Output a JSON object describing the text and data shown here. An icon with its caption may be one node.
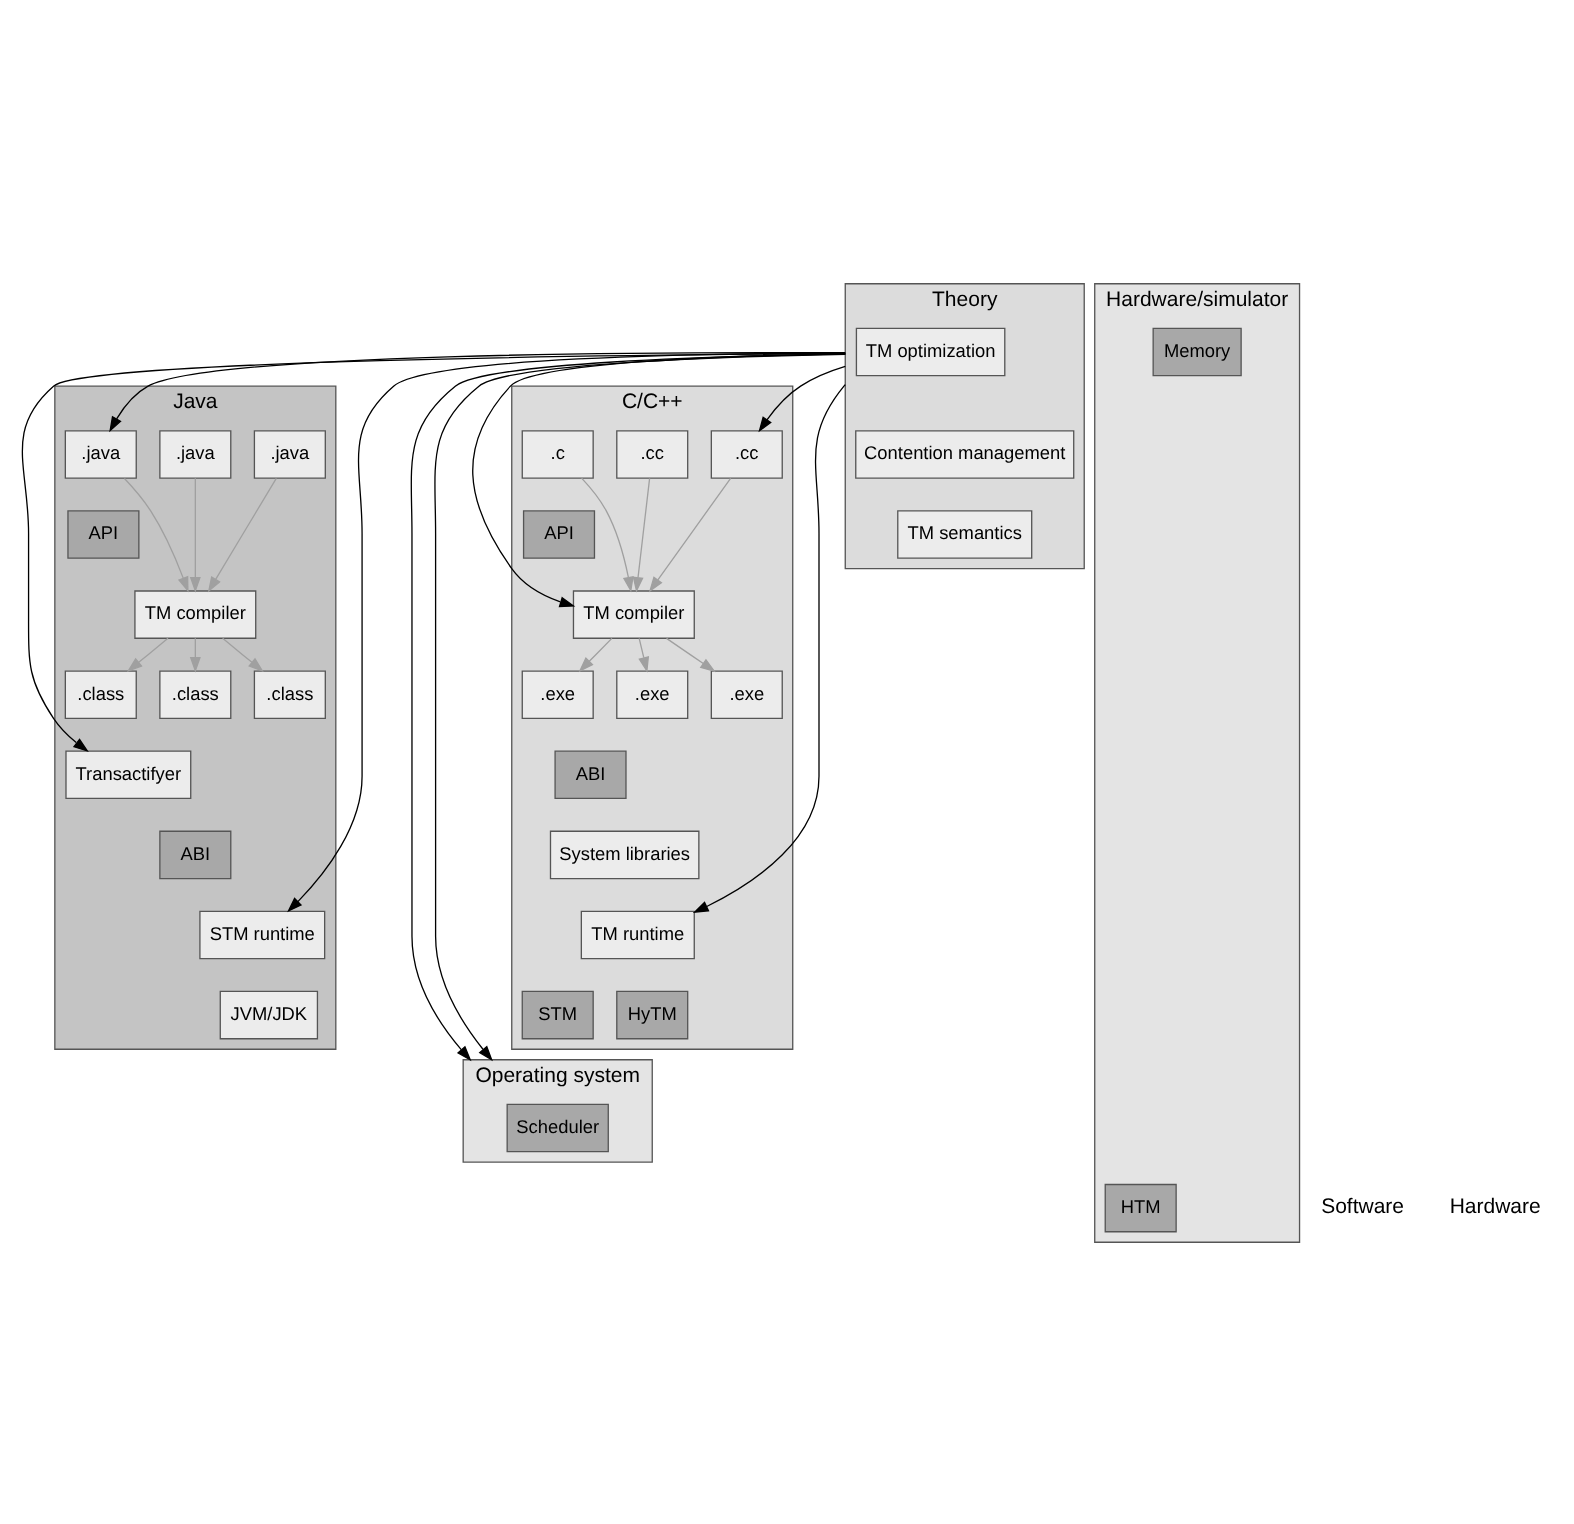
{
  "diagram": {
    "nodes": [
      {
        "text": [
          "Theory"
        ]
      },
      {
        "text": [
          "TM optimization"
        ],
        "in": 0
      },
      {
        "text": [
          "Contention management"
        ],
        "in": 0
      },
      {
        "text": [
          "TM semantics"
        ],
        "in": 0
      },
      {
        "text": [
          "C/C++"
        ]
      },
      {
        "text": [
          ".c"
        ],
        "in": 4
      },
      {
        "text": [
          ".cc"
        ],
        "in": 4
      },
      {
        "text": [
          ".cc"
        ],
        "in": 4
      },
      {
        "text": [
          "API"
        ],
        "in": 4
      },
      {
        "text": [
          "TM compiler"
        ],
        "in": 4
      },
      {
        "text": [
          ".exe"
        ],
        "in": 4
      },
      {
        "text": [
          ".exe"
        ],
        "in": 4
      },
      {
        "text": [
          ".exe"
        ],
        "in": 4
      },
      {
        "text": [
          "ABI"
        ],
        "in": 4
      },
      {
        "text": [
          "System libraries"
        ],
        "in": 4
      },
      {
        "text": [
          "TM runtime"
        ],
        "in": 4
      },
      {
        "text": [
          "STM"
        ],
        "in": 4
      },
      {
        "text": [
          "HyTM"
        ],
        "in": 4
      },
      {
        "text": [
          "Java"
        ]
      },
      {
        "text": [
          ".java"
        ],
        "in": 18
      },
      {
        "text": [
          ".java"
        ],
        "in": 18
      },
      {
        "text": [
          ".java"
        ],
        "in": 18
      },
      {
        "text": [
          "API"
        ],
        "in": 18
      },
      {
        "text": [
          "TM compiler"
        ],
        "in": 18
      },
      {
        "text": [
          ".class"
        ],
        "in": 18
      },
      {
        "text": [
          ".class"
        ],
        "in": 18
      },
      {
        "text": [
          ".class"
        ],
        "in": 18
      },
      {
        "text": [
          "Transactifyer"
        ],
        "in": 18
      },
      {
        "text": [
          "ABI"
        ],
        "in": 18
      },
      {
        "text": [
          "STM runtime"
        ],
        "in": 18
      },
      {
        "text": [
          "JVM/JDK"
        ],
        "in": 18
      },
      {
        "text": [
          "Operating system"
        ]
      },
      {
        "text": [
          "Scheduler"
        ],
        "in": 31
      },
      {
        "text": [
          "Hardware/simulator"
        ]
      },
      {
        "text": [
          "HTM"
        ],
        "in": 33
      },
      {
        "text": [
          "Memory"
        ],
        "in": 33
      }
    ],
    "edges": [
      {
        "from": 0,
        "to": 7,
        "arrow": "to",
        "color": "#000000"
      },
      {
        "from": 0,
        "to": 9,
        "arrow": "to",
        "color": "#000000"
      },
      {
        "from": 0,
        "to": 15,
        "arrow": "to",
        "color": "#000000"
      },
      {
        "from": 0,
        "to": 19,
        "arrow": "to",
        "color": "#000000"
      },
      {
        "from": 0,
        "to": 27,
        "arrow": "to",
        "color": "#000000"
      },
      {
        "from": 0,
        "to": 29,
        "arrow": "to",
        "color": "#000000"
      },
      {
        "from": 0,
        "to": 31,
        "arrow": "to",
        "color": "#000000"
      },
      {
        "from": 0,
        "to": 31,
        "arrow": "to",
        "color": "#000000"
      },
      {
        "from": 5,
        "to": 9,
        "arrow": "to",
        "color": "#a0a0a0"
      },
      {
        "from": 6,
        "to": 9,
        "arrow": "to",
        "color": "#a0a0a0"
      },
      {
        "from": 7,
        "to": 9,
        "arrow": "to",
        "color": "#a0a0a0"
      },
      {
        "from": 9,
        "to": 10,
        "arrow": "to",
        "color": "#a0a0a0"
      },
      {
        "from": 9,
        "to": 11,
        "arrow": "to",
        "color": "#a0a0a0"
      },
      {
        "from": 9,
        "to": 12,
        "arrow": "to",
        "color": "#a0a0a0"
      },
      {
        "from": 19,
        "to": 23,
        "arrow": "to",
        "color": "#a0a0a0"
      },
      {
        "from": 20,
        "to": 23,
        "arrow": "to",
        "color": "#a0a0a0"
      },
      {
        "from": 21,
        "to": 23,
        "arrow": "to",
        "color": "#a0a0a0"
      },
      {
        "from": 23,
        "to": 24,
        "arrow": "to",
        "color": "#a0a0a0"
      },
      {
        "from": 23,
        "to": 25,
        "arrow": "to",
        "color": "#a0a0a0"
      },
      {
        "from": 23,
        "to": 26,
        "arrow": "to",
        "color": "#a0a0a0"
      }
    ],
    "labels": [
      "Software",
      "Hardware"
    ]
  }
}
